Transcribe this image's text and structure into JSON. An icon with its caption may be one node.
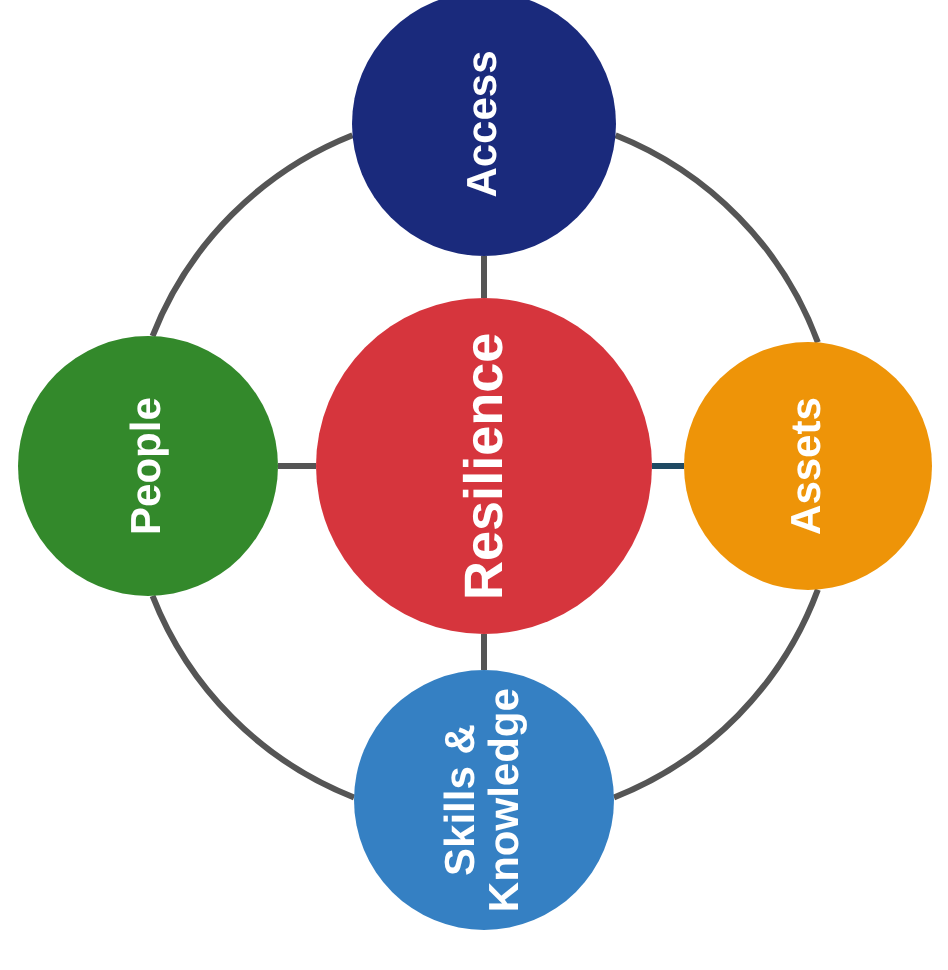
{
  "diagram": {
    "nodes": [
      {
        "text": [
          "Resilience"
        ]
      },
      {
        "text": [
          "Access"
        ]
      },
      {
        "text": [
          "Assets"
        ]
      },
      {
        "text": [
          "Skills & Knowledge"
        ]
      },
      {
        "text": [
          "People"
        ]
      }
    ],
    "edges": [
      {
        "from": 0,
        "to": 1,
        "arrow": "none"
      },
      {
        "from": 0,
        "to": 2,
        "arrow": "none",
        "color": "#1f4a63"
      },
      {
        "from": 0,
        "to": 3,
        "arrow": "none"
      },
      {
        "from": 0,
        "to": 4,
        "arrow": "none"
      },
      {
        "from": 1,
        "to": 2,
        "arrow": "none"
      },
      {
        "from": 2,
        "to": 3,
        "arrow": "none"
      },
      {
        "from": 3,
        "to": 4,
        "arrow": "none"
      },
      {
        "from": 4,
        "to": 1,
        "arrow": "none"
      }
    ]
  }
}
